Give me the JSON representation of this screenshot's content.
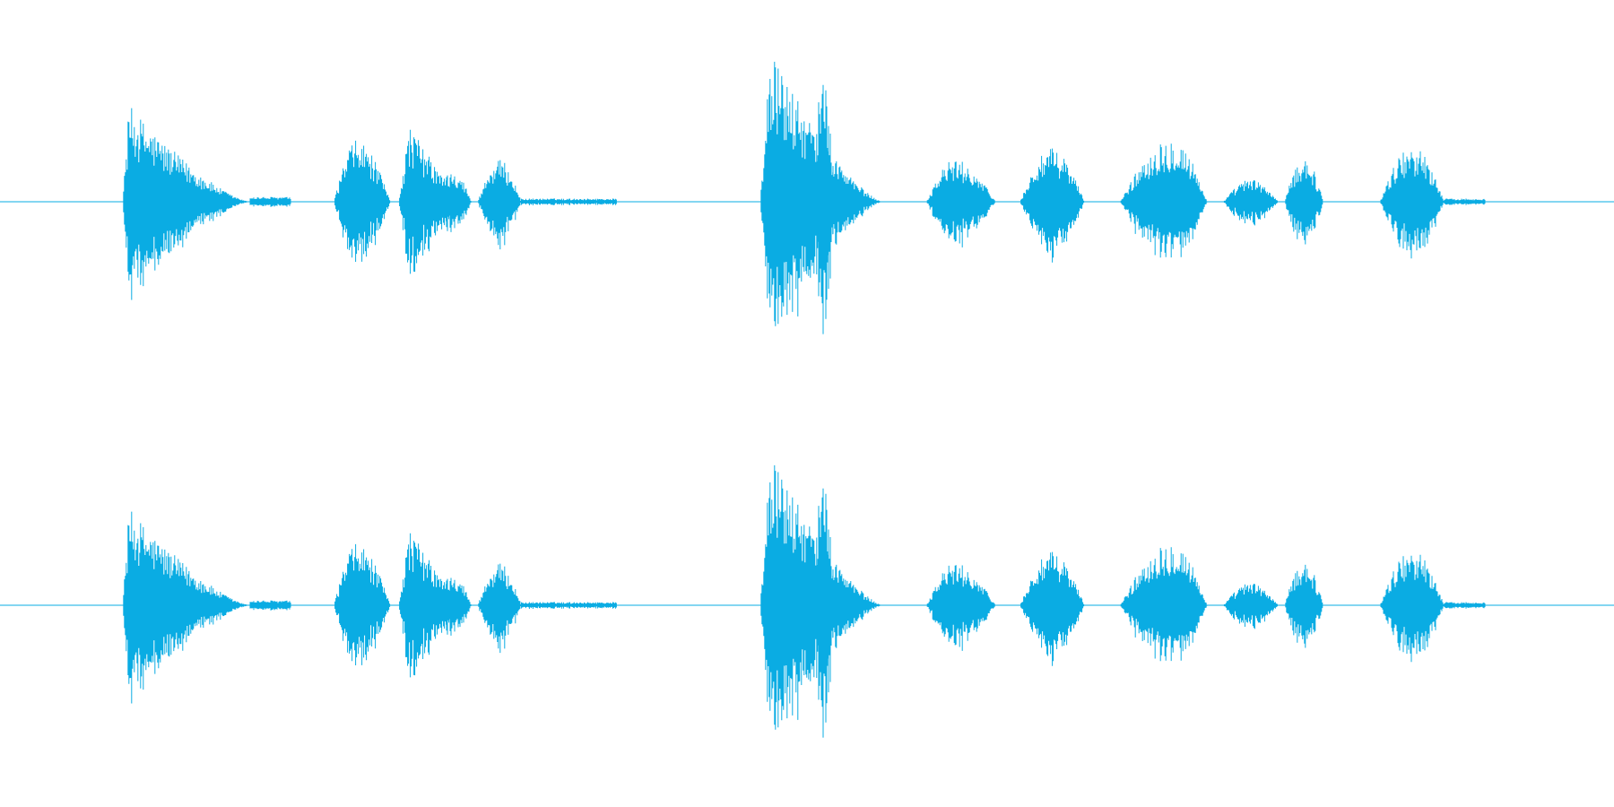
{
  "waveform": {
    "color": "#0aace3",
    "background": "#ffffff",
    "channel_count": 2,
    "time_range": [
      0,
      1
    ],
    "amplitude_range": [
      -1,
      1
    ],
    "segments": [
      {
        "start": 0.076,
        "end": 0.155,
        "peak": 0.6,
        "attack": 0.05,
        "shape": "decay"
      },
      {
        "start": 0.155,
        "end": 0.18,
        "peak": 0.03,
        "attack": 0.5,
        "shape": "flat"
      },
      {
        "start": 0.207,
        "end": 0.242,
        "peak": 0.38,
        "attack": 0.4,
        "shape": "bell"
      },
      {
        "start": 0.247,
        "end": 0.292,
        "peak": 0.48,
        "attack": 0.15,
        "shape": "decay"
      },
      {
        "start": 0.27,
        "end": 0.292,
        "peak": 0.2,
        "attack": 0.5,
        "shape": "bell"
      },
      {
        "start": 0.296,
        "end": 0.323,
        "peak": 0.26,
        "attack": 0.5,
        "shape": "bell"
      },
      {
        "start": 0.323,
        "end": 0.382,
        "peak": 0.02,
        "attack": 0.5,
        "shape": "flat"
      },
      {
        "start": 0.471,
        "end": 0.547,
        "peak": 0.93,
        "attack": 0.08,
        "shape": "decay"
      },
      {
        "start": 0.505,
        "end": 0.518,
        "peak": 0.83,
        "attack": 0.3,
        "shape": "bell"
      },
      {
        "start": 0.574,
        "end": 0.617,
        "peak": 0.26,
        "attack": 0.4,
        "shape": "bell"
      },
      {
        "start": 0.632,
        "end": 0.672,
        "peak": 0.33,
        "attack": 0.5,
        "shape": "bell"
      },
      {
        "start": 0.694,
        "end": 0.748,
        "peak": 0.4,
        "attack": 0.6,
        "shape": "bell"
      },
      {
        "start": 0.758,
        "end": 0.792,
        "peak": 0.14,
        "attack": 0.5,
        "shape": "bell"
      },
      {
        "start": 0.796,
        "end": 0.82,
        "peak": 0.28,
        "attack": 0.5,
        "shape": "bell"
      },
      {
        "start": 0.855,
        "end": 0.895,
        "peak": 0.35,
        "attack": 0.5,
        "shape": "bell"
      },
      {
        "start": 0.895,
        "end": 0.92,
        "peak": 0.02,
        "attack": 0.5,
        "shape": "flat"
      }
    ]
  }
}
